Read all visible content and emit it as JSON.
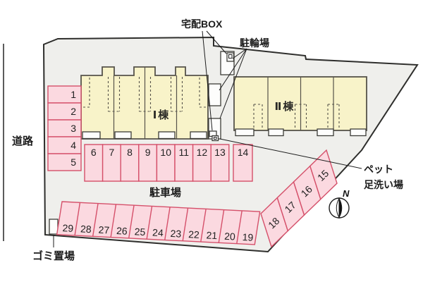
{
  "labels": {
    "road": "道路",
    "delivery_box": "宅配BOX",
    "bicycle_parking": "駐輪場",
    "parking_lot": "駐車場",
    "garbage_area": "ゴミ置場",
    "pet_wash_line1": "ペット",
    "pet_wash_line2": "足洗い場",
    "building_1": "Ⅰ棟",
    "building_2": "Ⅱ棟",
    "compass_north": "N"
  },
  "parking": {
    "left_column": [
      "1",
      "2",
      "3",
      "4",
      "5"
    ],
    "middle_row": [
      "6",
      "7",
      "8",
      "9",
      "10",
      "11",
      "12",
      "13"
    ],
    "space_14": "14",
    "bottom_row": [
      "29",
      "28",
      "27",
      "26",
      "25",
      "24",
      "23",
      "22",
      "21",
      "20",
      "19"
    ],
    "diagonal_row": [
      "18",
      "17",
      "16",
      "15"
    ]
  },
  "colors": {
    "site_fill": "#efefec",
    "boundary_line": "#2e2e2c",
    "building_fill": "#f8f3c9",
    "building_line": "#56534a",
    "parking_fill": "#fbd9e0",
    "parking_border": "#d5506a"
  }
}
